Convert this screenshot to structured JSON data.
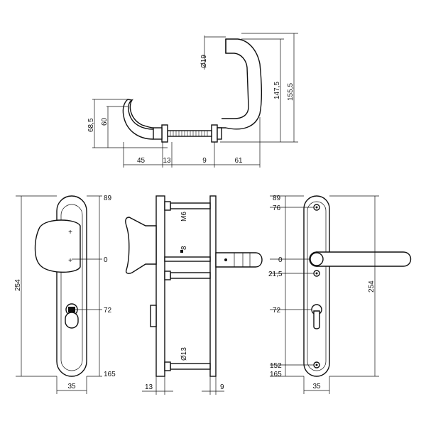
{
  "top_view": {
    "dims": {
      "diameter_handle": "Ø19",
      "height_inner": "147,5",
      "height_outer": "155,5",
      "knob_height": "60",
      "knob_height_total": "68,5",
      "knob_length": "45",
      "rose_left": "13",
      "rose_right": "9",
      "handle_reach": "61"
    }
  },
  "front_left": {
    "dims": {
      "total_length": "254",
      "top": "89",
      "zero": "0",
      "cylinder": "72",
      "bottom": "165",
      "width": "35"
    }
  },
  "side_view": {
    "dims": {
      "screw_m": "M6",
      "square": "8",
      "screw_d": "Ø13",
      "left": "13",
      "right": "9"
    }
  },
  "front_right": {
    "dims": {
      "top": "89",
      "upper_hole": "76",
      "zero": "0",
      "fixing": "21,5",
      "cylinder": "72",
      "lower_hole": "152",
      "bottom": "165",
      "total_length": "254",
      "width": "35"
    }
  }
}
